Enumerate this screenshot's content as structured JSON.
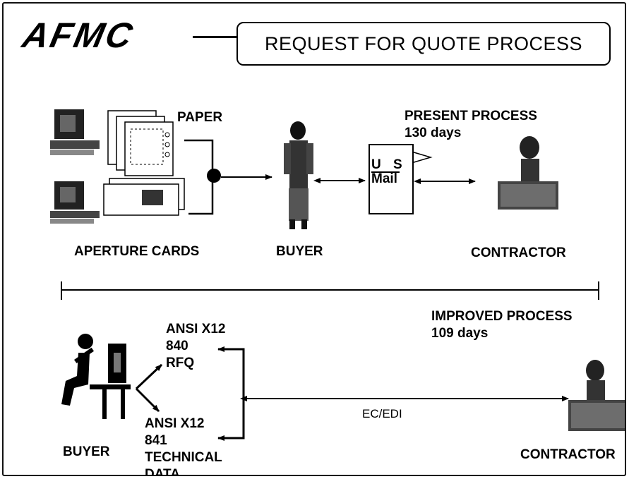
{
  "header": {
    "logo_text": "AFMC",
    "title": "REQUEST FOR QUOTE PROCESS"
  },
  "present_process": {
    "title": "PRESENT PROCESS",
    "duration": "130 days",
    "paper_label": "PAPER",
    "aperture_label": "APERTURE CARDS",
    "buyer_label": "BUYER",
    "mail_line1": "U S",
    "mail_line2": "Mail",
    "contractor_label": "CONTRACTOR"
  },
  "improved_process": {
    "title": "IMPROVED PROCESS",
    "duration": "109 days",
    "rfq_line1": "ANSI X12",
    "rfq_line2": "840",
    "rfq_line3": "RFQ",
    "tech_line1": "ANSI X12",
    "tech_line2": "841",
    "tech_line3": "TECHNICAL",
    "tech_line4": "DATA",
    "ecedi_label": "EC/EDI",
    "buyer_label": "BUYER",
    "contractor_label": "CONTRACTOR"
  }
}
